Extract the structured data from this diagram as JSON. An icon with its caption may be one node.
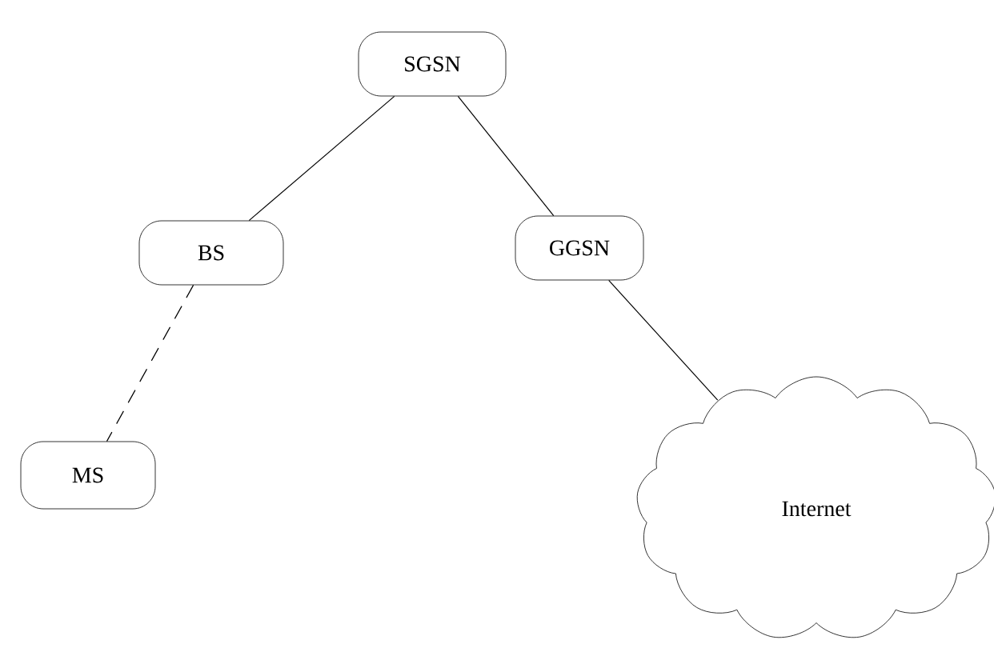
{
  "diagram": {
    "nodes": [
      {
        "text": [
          "SGSN"
        ]
      },
      {
        "text": [
          "BS"
        ]
      },
      {
        "text": [
          "GGSN"
        ]
      },
      {
        "text": [
          "MS"
        ]
      },
      {
        "text": [
          "Internet"
        ]
      }
    ],
    "edges": [
      {
        "from": 0,
        "to": 1,
        "arrow": "none"
      },
      {
        "from": 0,
        "to": 2,
        "arrow": "none"
      },
      {
        "from": 1,
        "to": 3,
        "arrow": "none",
        "style": "dashed"
      },
      {
        "from": 2,
        "to": 4,
        "arrow": "none"
      }
    ]
  }
}
